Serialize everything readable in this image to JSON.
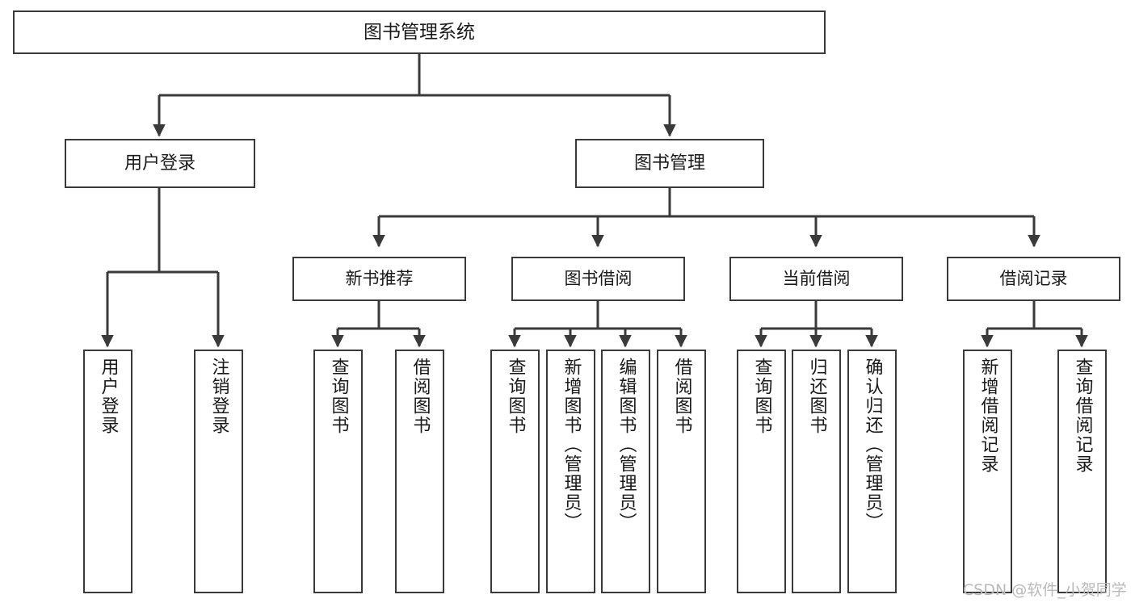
{
  "diagram": {
    "title": "图书管理系统",
    "type": "tree-hierarchy-chart",
    "colors": {
      "background": "#ffffff",
      "box_border": "#3a3a3a",
      "box_fill": "#ffffff",
      "edge": "#3a3a3a",
      "text": "#1a1a1a",
      "watermark": "#b9b9b9"
    },
    "root": {
      "label": "图书管理系统"
    },
    "level1": [
      {
        "label": "用户登录"
      },
      {
        "label": "图书管理"
      }
    ],
    "level2": [
      {
        "label": "新书推荐"
      },
      {
        "label": "图书借阅"
      },
      {
        "label": "当前借阅"
      },
      {
        "label": "借阅记录"
      }
    ],
    "leaves": {
      "user_login": [
        {
          "label": "用户登录"
        },
        {
          "label": "注销登录"
        }
      ],
      "new_book_recommend": [
        {
          "label": "查询图书"
        },
        {
          "label": "借阅图书"
        }
      ],
      "book_borrow": [
        {
          "label": "查询图书"
        },
        {
          "label": "新增图书（管理员）"
        },
        {
          "label": "编辑图书（管理员）"
        },
        {
          "label": "借阅图书"
        }
      ],
      "current_borrow": [
        {
          "label": "查询图书"
        },
        {
          "label": "归还图书"
        },
        {
          "label": "确认归还（管理员）"
        }
      ],
      "borrow_record": [
        {
          "label": "新增借阅记录"
        },
        {
          "label": "查询借阅记录"
        }
      ]
    },
    "watermark": "CSDN @软件_小贺同学"
  },
  "chart_data": {
    "type": "table",
    "title": "图书管理系统 功能结构图",
    "nodes": [
      {
        "id": "root",
        "label": "图书管理系统",
        "level": 0,
        "parent": null
      },
      {
        "id": "user-login",
        "label": "用户登录",
        "level": 1,
        "parent": "root"
      },
      {
        "id": "book-manage",
        "label": "图书管理",
        "level": 1,
        "parent": "root"
      },
      {
        "id": "login-1",
        "label": "用户登录",
        "level": 2,
        "parent": "user-login"
      },
      {
        "id": "login-2",
        "label": "注销登录",
        "level": 2,
        "parent": "user-login"
      },
      {
        "id": "new-book",
        "label": "新书推荐",
        "level": 2,
        "parent": "book-manage"
      },
      {
        "id": "book-borrow",
        "label": "图书借阅",
        "level": 2,
        "parent": "book-manage"
      },
      {
        "id": "current-borrow",
        "label": "当前借阅",
        "level": 2,
        "parent": "book-manage"
      },
      {
        "id": "borrow-record",
        "label": "借阅记录",
        "level": 2,
        "parent": "book-manage"
      },
      {
        "id": "nb-1",
        "label": "查询图书",
        "level": 3,
        "parent": "new-book"
      },
      {
        "id": "nb-2",
        "label": "借阅图书",
        "level": 3,
        "parent": "new-book"
      },
      {
        "id": "bb-1",
        "label": "查询图书",
        "level": 3,
        "parent": "book-borrow"
      },
      {
        "id": "bb-2",
        "label": "新增图书（管理员）",
        "level": 3,
        "parent": "book-borrow"
      },
      {
        "id": "bb-3",
        "label": "编辑图书（管理员）",
        "level": 3,
        "parent": "book-borrow"
      },
      {
        "id": "bb-4",
        "label": "借阅图书",
        "level": 3,
        "parent": "book-borrow"
      },
      {
        "id": "cb-1",
        "label": "查询图书",
        "level": 3,
        "parent": "current-borrow"
      },
      {
        "id": "cb-2",
        "label": "归还图书",
        "level": 3,
        "parent": "current-borrow"
      },
      {
        "id": "cb-3",
        "label": "确认归还（管理员）",
        "level": 3,
        "parent": "current-borrow"
      },
      {
        "id": "br-1",
        "label": "新增借阅记录",
        "level": 3,
        "parent": "borrow-record"
      },
      {
        "id": "br-2",
        "label": "查询借阅记录",
        "level": 3,
        "parent": "borrow-record"
      }
    ]
  }
}
